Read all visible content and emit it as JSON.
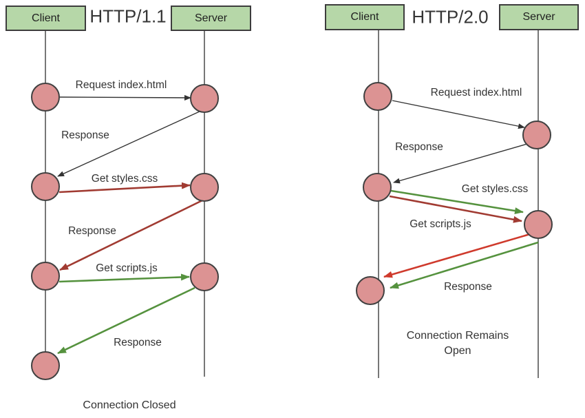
{
  "colors": {
    "box_fill": "#b6d7a8",
    "box_border": "#3c3c3c",
    "node_fill": "#dc9393",
    "node_border": "#404040",
    "arrow_black": "#333333",
    "arrow_dark_red": "#a13b32",
    "arrow_bright_red": "#cf3a2c",
    "arrow_green": "#55923e",
    "text": "#333333"
  },
  "left": {
    "title": "HTTP/1.1",
    "client_label": "Client",
    "server_label": "Server",
    "messages": {
      "request_index": "Request index.html",
      "response_index": "Response",
      "get_styles": "Get styles.css",
      "response_styles": "Response",
      "get_scripts": "Get scripts.js",
      "response_scripts": "Response"
    },
    "footer": "Connection Closed"
  },
  "right": {
    "title": "HTTP/2.0",
    "client_label": "Client",
    "server_label": "Server",
    "messages": {
      "request_index": "Request index.html",
      "response_index": "Response",
      "get_styles": "Get styles.css",
      "get_scripts": "Get scripts.js",
      "response_both": "Response"
    },
    "footer_line1": "Connection Remains",
    "footer_line2": "Open"
  }
}
